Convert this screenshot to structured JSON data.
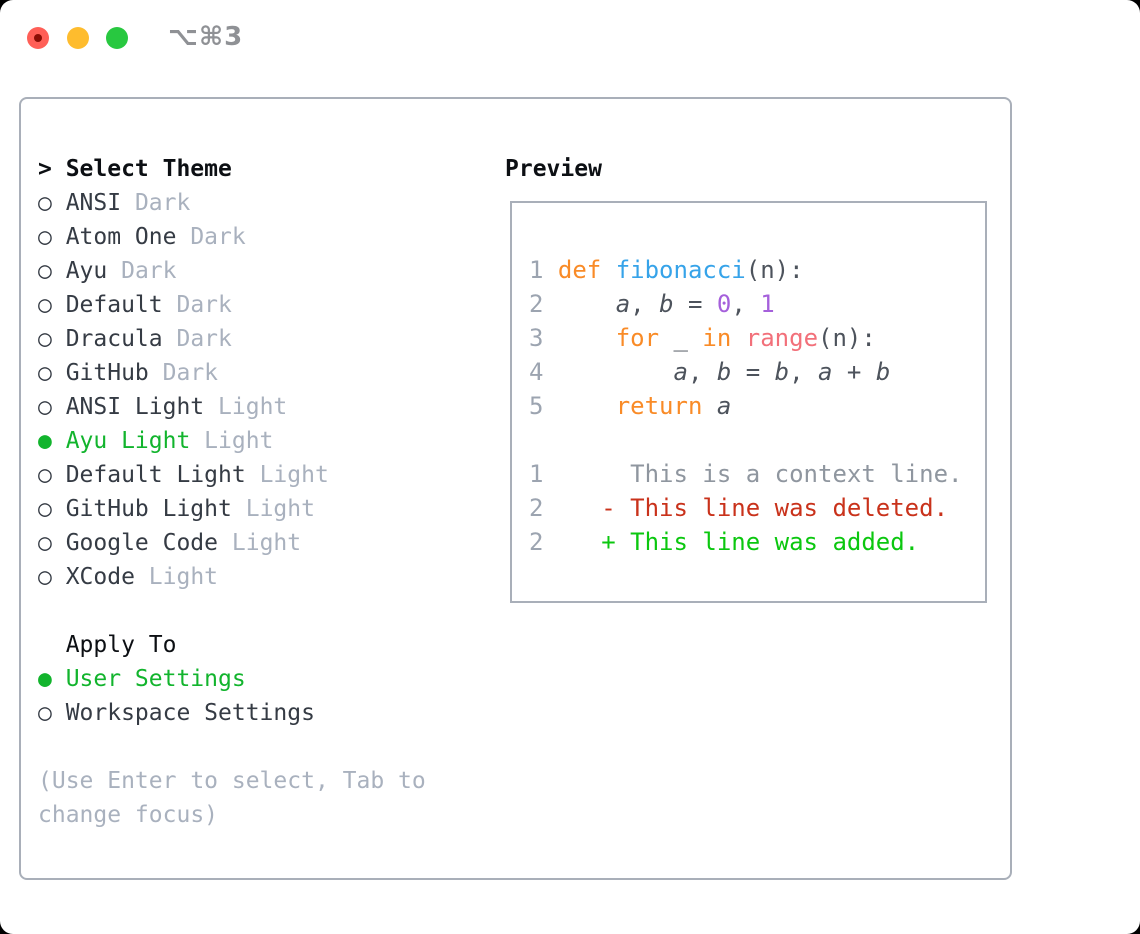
{
  "window": {
    "shortcut_label": "⌥⌘3"
  },
  "colors": {
    "traffic_close": "#FF5F57",
    "traffic_close_dot": "#8A0E06",
    "traffic_minimize": "#FEBC2E",
    "traffic_zoom": "#28C840",
    "titlebar_text": "#8F9195",
    "panel_border": "#A9AFB9",
    "text_primary": "#353B44",
    "text_header": "#0C0F13",
    "text_muted": "#A9B1BE",
    "selected_green": "#12B42D",
    "code_line_number": "#9CA4B0",
    "code_plain": "#4D535C",
    "code_keyword": "#F98B27",
    "code_function": "#36A3E9",
    "code_number": "#A560DB",
    "code_call": "#F2707A",
    "diff_context": "#8F969F",
    "diff_deleted": "#C9321B",
    "diff_added": "#0BC70F"
  },
  "theme_selector": {
    "prompt": ">",
    "header": "Select Theme",
    "items": [
      {
        "name": "ANSI",
        "tag": "Dark",
        "selected": false
      },
      {
        "name": "Atom One",
        "tag": "Dark",
        "selected": false
      },
      {
        "name": "Ayu",
        "tag": "Dark",
        "selected": false
      },
      {
        "name": "Default",
        "tag": "Dark",
        "selected": false
      },
      {
        "name": "Dracula",
        "tag": "Dark",
        "selected": false
      },
      {
        "name": "GitHub",
        "tag": "Dark",
        "selected": false
      },
      {
        "name": "ANSI Light",
        "tag": "Light",
        "selected": false
      },
      {
        "name": "Ayu Light",
        "tag": "Light",
        "selected": true
      },
      {
        "name": "Default Light",
        "tag": "Light",
        "selected": false
      },
      {
        "name": "GitHub Light",
        "tag": "Light",
        "selected": false
      },
      {
        "name": "Google Code",
        "tag": "Light",
        "selected": false
      },
      {
        "name": "XCode",
        "tag": "Light",
        "selected": false
      }
    ],
    "radio_unselected": "○",
    "radio_selected": "●"
  },
  "apply_to": {
    "header": "Apply To",
    "options": [
      {
        "name": "User Settings",
        "selected": true
      },
      {
        "name": "Workspace Settings",
        "selected": false
      }
    ]
  },
  "hint": {
    "lines": [
      "(Use Enter to select, Tab to",
      "change focus)"
    ]
  },
  "preview": {
    "header": "Preview",
    "lines": [
      [
        {
          "t": "1 ",
          "c": "ln"
        },
        {
          "t": "def ",
          "c": "kw"
        },
        {
          "t": "fibonacci",
          "c": "fn"
        },
        {
          "t": "(n):",
          "c": "pl"
        }
      ],
      [
        {
          "t": "2 ",
          "c": "ln"
        },
        {
          "t": "    ",
          "c": "pl"
        },
        {
          "t": "a",
          "c": "var"
        },
        {
          "t": ", ",
          "c": "pl"
        },
        {
          "t": "b",
          "c": "var"
        },
        {
          "t": " = ",
          "c": "pl"
        },
        {
          "t": "0",
          "c": "num"
        },
        {
          "t": ", ",
          "c": "pl"
        },
        {
          "t": "1",
          "c": "num"
        }
      ],
      [
        {
          "t": "3 ",
          "c": "ln"
        },
        {
          "t": "    ",
          "c": "pl"
        },
        {
          "t": "for ",
          "c": "kw"
        },
        {
          "t": "_ ",
          "c": "pl"
        },
        {
          "t": "in ",
          "c": "kw"
        },
        {
          "t": "range",
          "c": "call"
        },
        {
          "t": "(n):",
          "c": "pl"
        }
      ],
      [
        {
          "t": "4 ",
          "c": "ln"
        },
        {
          "t": "        ",
          "c": "pl"
        },
        {
          "t": "a",
          "c": "var"
        },
        {
          "t": ", ",
          "c": "pl"
        },
        {
          "t": "b",
          "c": "var"
        },
        {
          "t": " = ",
          "c": "pl"
        },
        {
          "t": "b",
          "c": "var"
        },
        {
          "t": ", ",
          "c": "pl"
        },
        {
          "t": "a",
          "c": "var"
        },
        {
          "t": " + ",
          "c": "pl"
        },
        {
          "t": "b",
          "c": "var"
        }
      ],
      [
        {
          "t": "5 ",
          "c": "ln"
        },
        {
          "t": "    ",
          "c": "pl"
        },
        {
          "t": "return ",
          "c": "kw"
        },
        {
          "t": "a",
          "c": "var"
        }
      ],
      [],
      [
        {
          "t": "1",
          "c": "ln"
        },
        {
          "t": "      This is a context line.",
          "c": "ctx"
        }
      ],
      [
        {
          "t": "2",
          "c": "ln"
        },
        {
          "t": "    - This line was deleted.",
          "c": "del"
        }
      ],
      [
        {
          "t": "2",
          "c": "ln"
        },
        {
          "t": "    + This line was added.",
          "c": "add"
        }
      ]
    ]
  }
}
